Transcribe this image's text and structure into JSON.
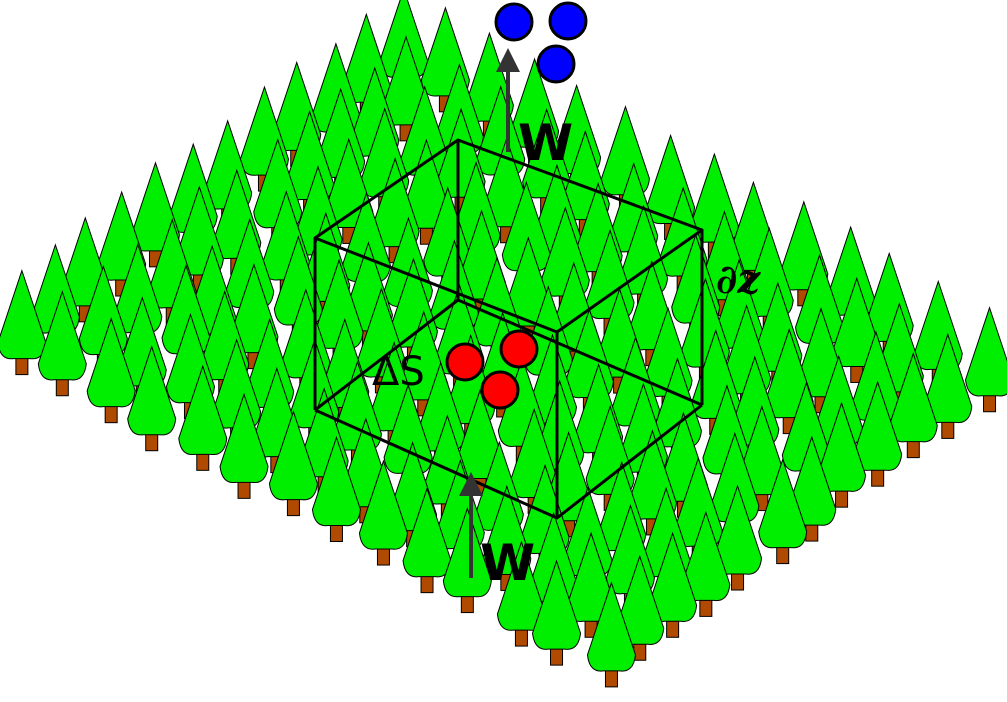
{
  "labels": {
    "flux_top": "W",
    "flux_bottom": "W",
    "storage_change": "ΔS",
    "layer_height": "∂z"
  },
  "colors": {
    "tree_foliage": "#00ee00",
    "tree_trunk": "#b04a00",
    "outline": "#000000",
    "particles_inside": "#ff0000",
    "particles_outside": "#0000ff",
    "arrow": "#333333"
  }
}
